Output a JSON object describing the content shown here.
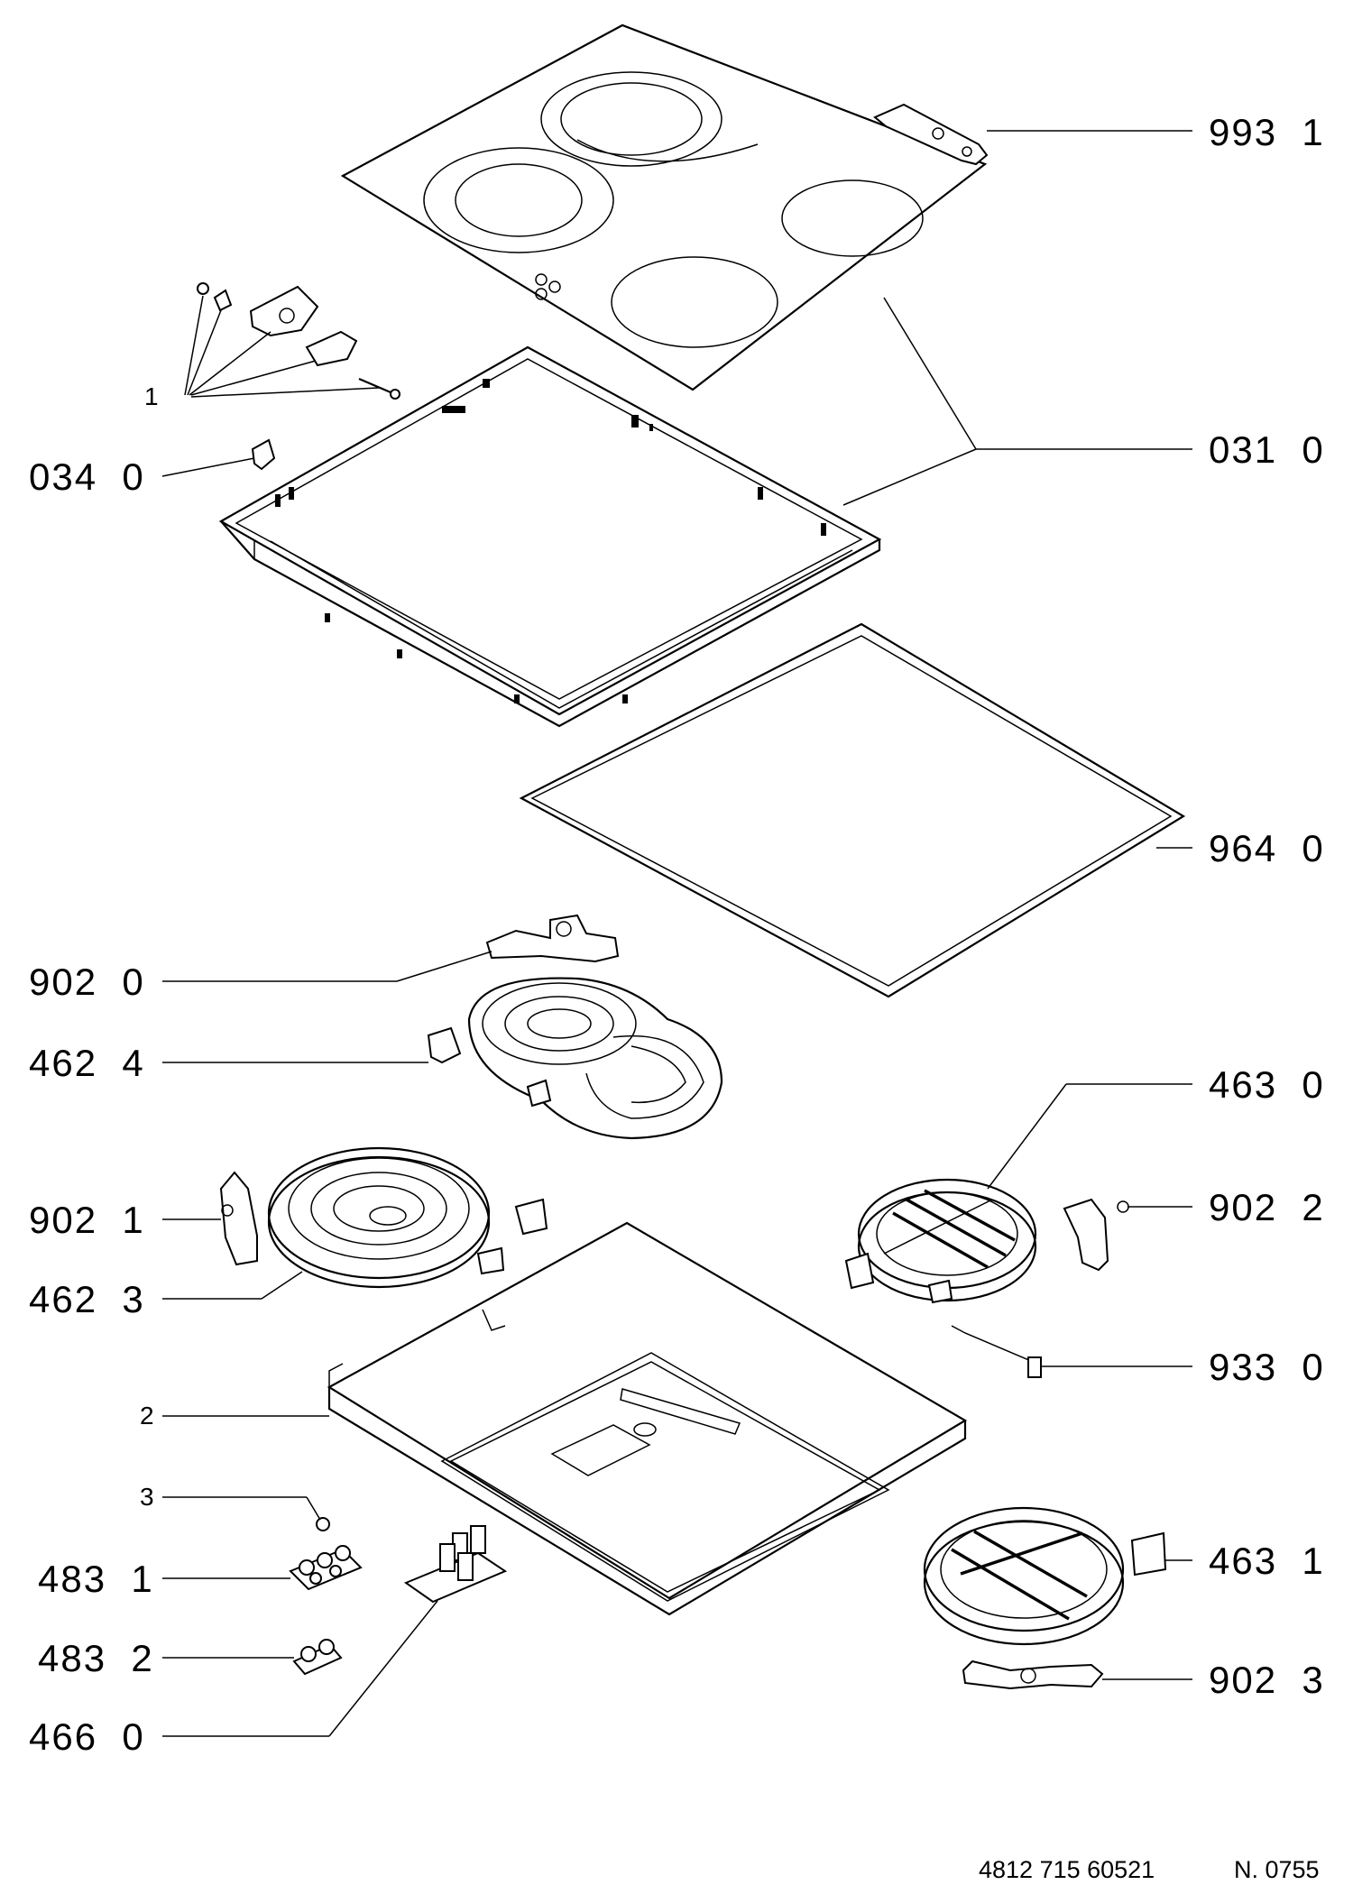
{
  "callouts": [
    {
      "id": "p993_1",
      "code": "993",
      "variant": "1"
    },
    {
      "id": "p031_0",
      "code": "031",
      "variant": "0"
    },
    {
      "id": "p034_0",
      "code": "034",
      "variant": "0"
    },
    {
      "id": "p964_0",
      "code": "964",
      "variant": "0"
    },
    {
      "id": "p902_0",
      "code": "902",
      "variant": "0"
    },
    {
      "id": "p462_4",
      "code": "462",
      "variant": "4"
    },
    {
      "id": "p463_0",
      "code": "463",
      "variant": "0"
    },
    {
      "id": "p902_1",
      "code": "902",
      "variant": "1"
    },
    {
      "id": "p902_2",
      "code": "902",
      "variant": "2"
    },
    {
      "id": "p462_3",
      "code": "462",
      "variant": "3"
    },
    {
      "id": "p933_0",
      "code": "933",
      "variant": "0"
    },
    {
      "id": "p463_1",
      "code": "463",
      "variant": "1"
    },
    {
      "id": "p483_1",
      "code": "483",
      "variant": "1"
    },
    {
      "id": "p483_2",
      "code": "483",
      "variant": "2"
    },
    {
      "id": "p902_3",
      "code": "902",
      "variant": "3"
    },
    {
      "id": "p466_0",
      "code": "466",
      "variant": "0"
    }
  ],
  "minor_callouts": {
    "one": "1",
    "two": "2",
    "three": "3"
  },
  "footer": {
    "drawing_number": "4812 715 60521",
    "revision": "N. 0755"
  }
}
